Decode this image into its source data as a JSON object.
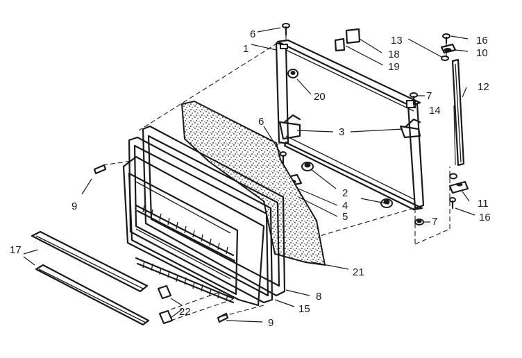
{
  "diagram": {
    "callouts": [
      {
        "id": "c1",
        "label": "1"
      },
      {
        "id": "c2",
        "label": "2"
      },
      {
        "id": "c3",
        "label": "3"
      },
      {
        "id": "c4",
        "label": "4"
      },
      {
        "id": "c5",
        "label": "5"
      },
      {
        "id": "c6a",
        "label": "6"
      },
      {
        "id": "c6b",
        "label": "6"
      },
      {
        "id": "c7a",
        "label": "7"
      },
      {
        "id": "c7b",
        "label": "7"
      },
      {
        "id": "c8",
        "label": "8"
      },
      {
        "id": "c9a",
        "label": "9"
      },
      {
        "id": "c9b",
        "label": "9"
      },
      {
        "id": "c10",
        "label": "10"
      },
      {
        "id": "c11",
        "label": "11"
      },
      {
        "id": "c12",
        "label": "12"
      },
      {
        "id": "c13",
        "label": "13"
      },
      {
        "id": "c14",
        "label": "14"
      },
      {
        "id": "c15",
        "label": "15"
      },
      {
        "id": "c16a",
        "label": "16"
      },
      {
        "id": "c16b",
        "label": "16"
      },
      {
        "id": "c17",
        "label": "17"
      },
      {
        "id": "c18",
        "label": "18"
      },
      {
        "id": "c19",
        "label": "19"
      },
      {
        "id": "c20",
        "label": "20"
      },
      {
        "id": "c21",
        "label": "21"
      },
      {
        "id": "c22",
        "label": "22"
      }
    ]
  }
}
